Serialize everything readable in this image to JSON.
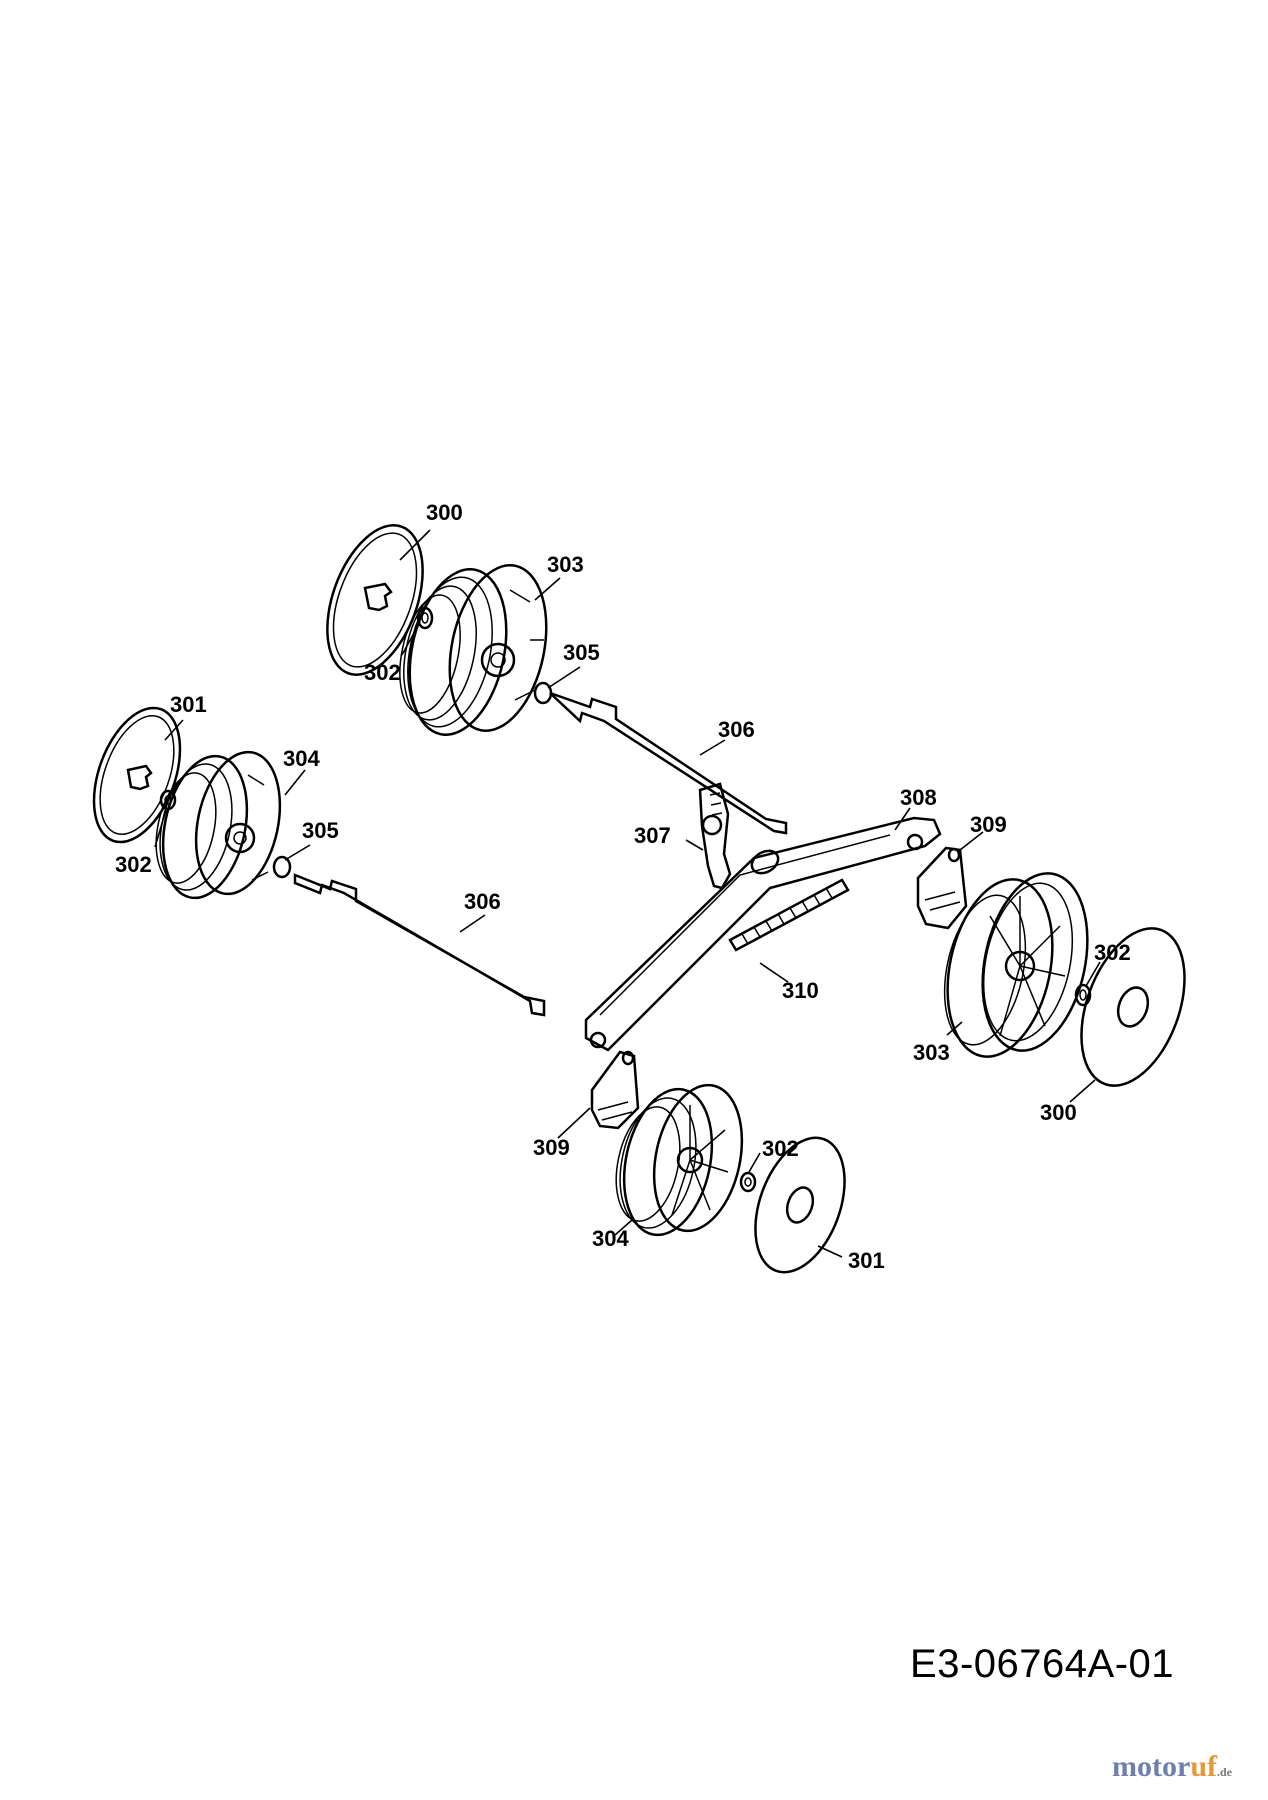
{
  "callouts": [
    {
      "id": "c300a",
      "text": "300"
    },
    {
      "id": "c303a",
      "text": "303"
    },
    {
      "id": "c302a",
      "text": "302"
    },
    {
      "id": "c305a",
      "text": "305"
    },
    {
      "id": "c306a",
      "text": "306"
    },
    {
      "id": "c301a",
      "text": "301"
    },
    {
      "id": "c304a",
      "text": "304"
    },
    {
      "id": "c302b",
      "text": "302"
    },
    {
      "id": "c305b",
      "text": "305"
    },
    {
      "id": "c306b",
      "text": "306"
    },
    {
      "id": "c307",
      "text": "307"
    },
    {
      "id": "c308",
      "text": "308"
    },
    {
      "id": "c309a",
      "text": "309"
    },
    {
      "id": "c310",
      "text": "310"
    },
    {
      "id": "c302c",
      "text": "302"
    },
    {
      "id": "c303b",
      "text": "303"
    },
    {
      "id": "c300b",
      "text": "300"
    },
    {
      "id": "c309b",
      "text": "309"
    },
    {
      "id": "c302d",
      "text": "302"
    },
    {
      "id": "c304b",
      "text": "304"
    },
    {
      "id": "c301b",
      "text": "301"
    }
  ],
  "drawing_code": "E3-06764A-01",
  "watermark": {
    "main": "motor",
    "accent": "uf",
    "suffix": ".de"
  }
}
